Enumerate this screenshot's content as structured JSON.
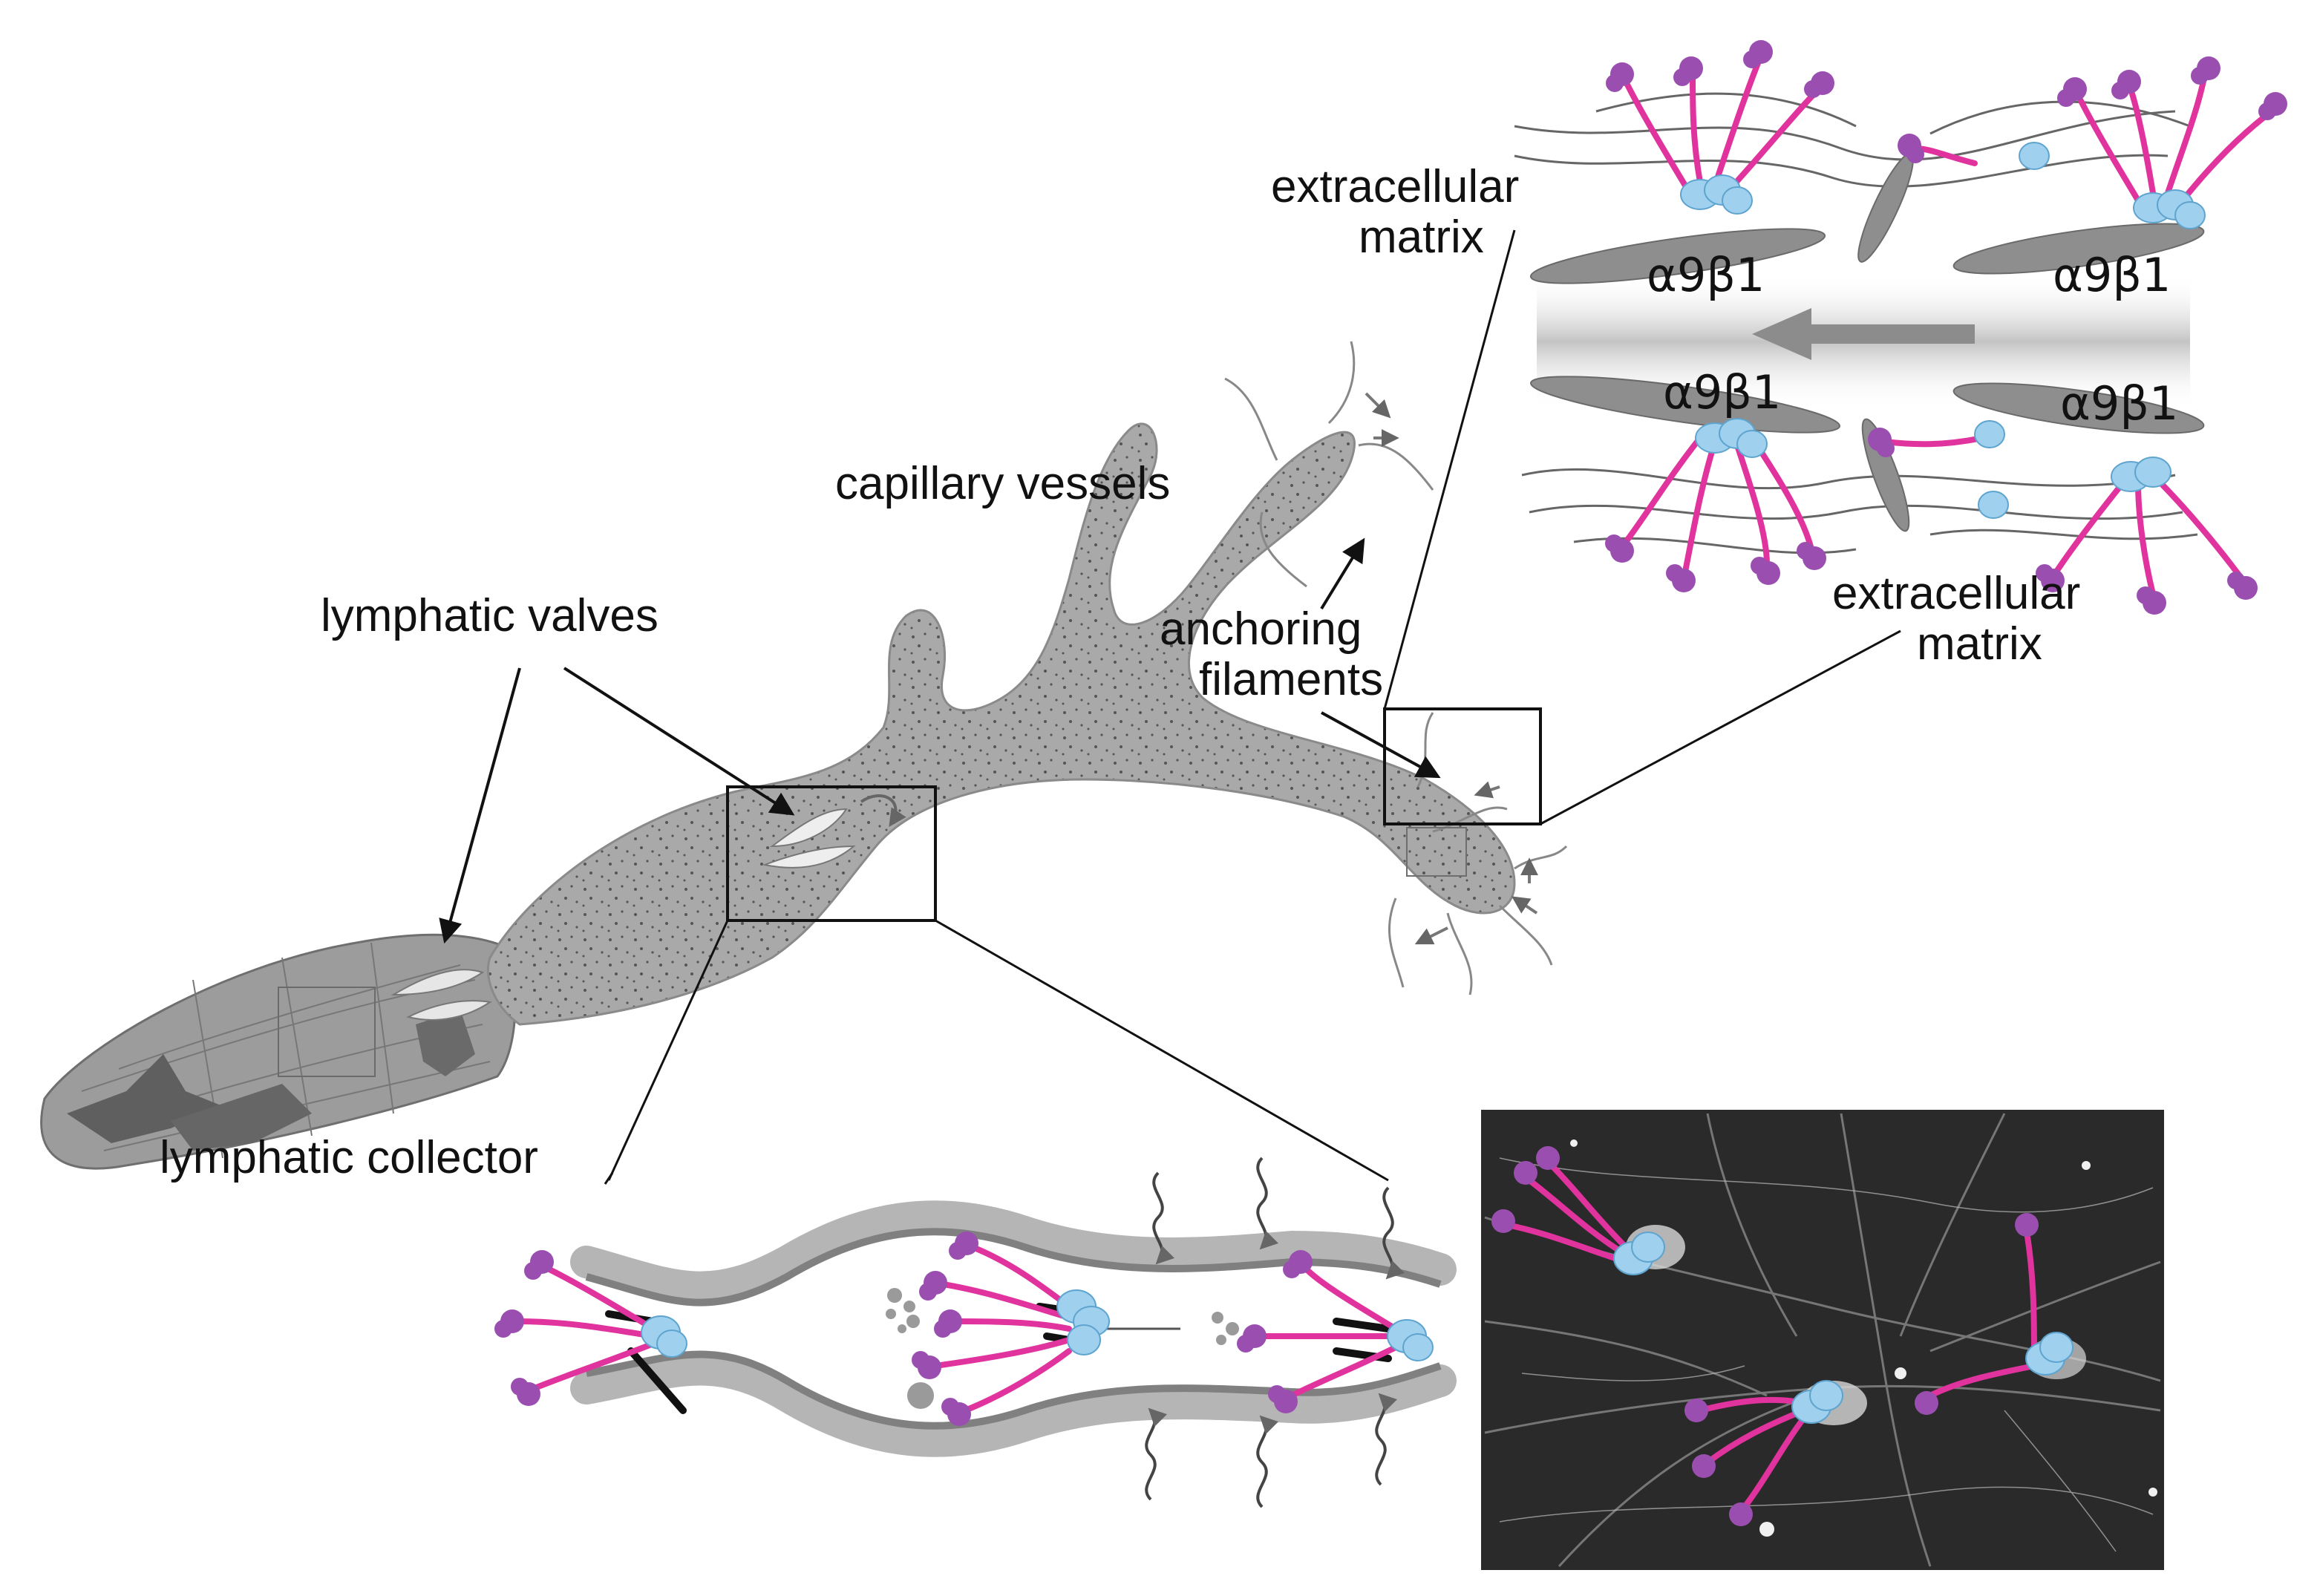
{
  "labels": {
    "capillary_vessels": "capillary vessels",
    "lymphatic_valves": "lymphatic valves",
    "anchoring_line1": "anchoring",
    "anchoring_line2": "filaments",
    "ecm_top_line1": "extracellular",
    "ecm_top_line2": "matrix",
    "ecm_bottom_line1": "extracellular",
    "ecm_bottom_line2": "matrix",
    "lymphatic_collector": "lymphatic collector",
    "integrin_1": "α9β1",
    "integrin_2": "α9β1",
    "integrin_3": "α9β1",
    "integrin_4": "α9β1"
  },
  "colors": {
    "vessel_fill": "#a9a9a9",
    "vessel_dark": "#7d7d7d",
    "filament_magenta": "#e0339e",
    "globule_purple": "#9a4fb0",
    "integrin_blue": "#9fd0ee",
    "linker_blue": "#2f8ec8",
    "micrograph_bg": "#2a2a2a"
  }
}
